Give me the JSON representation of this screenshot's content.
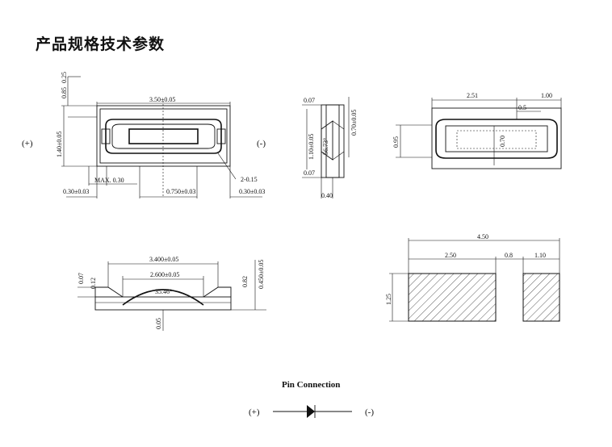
{
  "title": "产品规格技术参数",
  "top_view": {
    "polarity_plus": "(+)",
    "polarity_minus": "(-)",
    "dims": {
      "length": "3.50±0.05",
      "width": "1.40±0.05",
      "small_top": "0.85",
      "small_top2": "0.25",
      "max": "MAX. 0.30",
      "radius": "2-0.15",
      "hole_w": "0.750±0.03",
      "left_off": "0.30±0.03",
      "right_off": "0.30±0.03"
    }
  },
  "side_view": {
    "dims": {
      "top": "0.07",
      "bottom": "0.07",
      "height_a": "1.10±0.05",
      "height_b": "0.70±0.05",
      "width": "0.40",
      "angle": "56.73°"
    }
  },
  "back_view": {
    "dims": {
      "total": "2.51",
      "right": "1.00",
      "gap": "0.5",
      "height": "0.95",
      "inner": "0.70"
    }
  },
  "section_view": {
    "dims": {
      "outer": "3.400±0.05",
      "inner": "2.600±0.05",
      "left_h": "0.07",
      "left_h2": "0.12",
      "right_h": "0.82",
      "total_h": "0.450±0.05",
      "angle": "35.46°",
      "bottom": "0.05"
    }
  },
  "pad_layout": {
    "dims": {
      "total": "4.50",
      "left": "2.50",
      "gap": "0.8",
      "right": "1.10",
      "height": "1.25"
    }
  },
  "pin_connection": {
    "title": "Pin Connection",
    "plus": "(+)",
    "minus": "(-)"
  }
}
